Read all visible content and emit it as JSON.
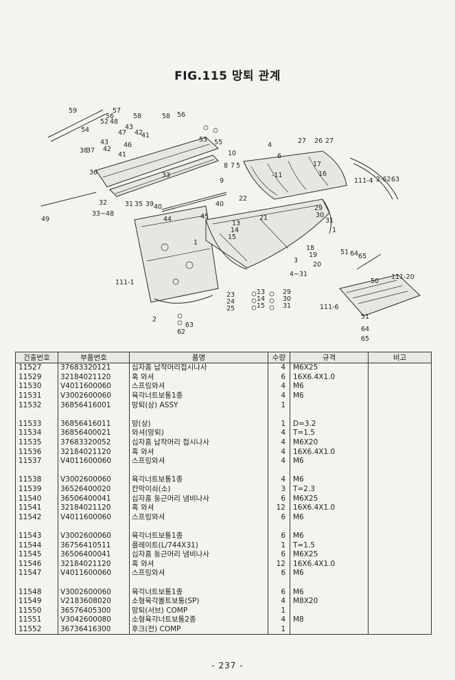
{
  "figure": {
    "title": "FIG.115 망퇴 관계",
    "callouts": [
      "59",
      "57",
      "58",
      "58",
      "56",
      "52",
      "56",
      "54",
      "53",
      "55",
      "48",
      "43",
      "42",
      "41",
      "47",
      "46",
      "37",
      "38",
      "42",
      "43",
      "41",
      "36",
      "33",
      "32",
      "33~48",
      "31",
      "35",
      "39",
      "40",
      "44",
      "45",
      "40",
      "49",
      "10",
      "8",
      "7",
      "5",
      "9",
      "4",
      "6",
      "27",
      "26",
      "27",
      "17",
      "16",
      "-11",
      "111-4",
      "2-62",
      "63",
      "22",
      "21",
      "13",
      "14",
      "15",
      "29",
      "30",
      "31",
      "1",
      "1",
      "111-1",
      "18",
      "19",
      "20",
      "3",
      "4~31",
      "23",
      "24",
      "25",
      "13",
      "14",
      "15",
      "29",
      "30",
      "31",
      "51",
      "64",
      "65",
      "50",
      "111-20",
      "111-6",
      "51",
      "64",
      "65",
      "2",
      "62",
      "63"
    ]
  },
  "table": {
    "headers": [
      "건출번호",
      "부품번호",
      "품명",
      "수량",
      "규격",
      "비고"
    ],
    "rows": [
      {
        "no": "11527",
        "part": "37683320121",
        "name": "십자홈 납작머리접시나사",
        "qty": "4",
        "spec": "M6X25",
        "note": ""
      },
      {
        "no": "11529",
        "part": "32184021120",
        "name": "혹 와셔",
        "qty": "6",
        "spec": "16X6.4X1.0",
        "note": ""
      },
      {
        "no": "11530",
        "part": "V4011600060",
        "name": "스프링와셔",
        "qty": "4",
        "spec": "M6",
        "note": ""
      },
      {
        "no": "11531",
        "part": "V3002600060",
        "name": "육각너트보통1종",
        "qty": "4",
        "spec": "M6",
        "note": ""
      },
      {
        "no": "11532",
        "part": "36856416001",
        "name": "망퇴(상) ASSY",
        "qty": "1",
        "spec": "",
        "note": ""
      },
      {
        "no": "",
        "part": "",
        "name": "",
        "qty": "",
        "spec": "",
        "note": ""
      },
      {
        "no": "11533",
        "part": "36856416011",
        "name": "망(상)",
        "qty": "1",
        "spec": "D=3.2",
        "note": ""
      },
      {
        "no": "11534",
        "part": "36856400021",
        "name": "와셔(망퇴)",
        "qty": "4",
        "spec": "T=1.5",
        "note": ""
      },
      {
        "no": "11535",
        "part": "37683320052",
        "name": "십자홈 납작머리 접시나사",
        "qty": "4",
        "spec": "M6X20",
        "note": ""
      },
      {
        "no": "11536",
        "part": "32184021120",
        "name": "혹 와셔",
        "qty": "4",
        "spec": "16X6.4X1.0",
        "note": ""
      },
      {
        "no": "11537",
        "part": "V4011600060",
        "name": "스프링와셔",
        "qty": "4",
        "spec": "M6",
        "note": ""
      },
      {
        "no": "",
        "part": "",
        "name": "",
        "qty": "",
        "spec": "",
        "note": ""
      },
      {
        "no": "11538",
        "part": "V3002600060",
        "name": "육각너트보통1종",
        "qty": "4",
        "spec": "M6",
        "note": ""
      },
      {
        "no": "11539",
        "part": "36526400020",
        "name": "칸막이쇠(소)",
        "qty": "3",
        "spec": "T=2.3",
        "note": ""
      },
      {
        "no": "11540",
        "part": "36506400041",
        "name": "십자홈 둥근머리 냄비나사",
        "qty": "6",
        "spec": "M6X25",
        "note": ""
      },
      {
        "no": "11541",
        "part": "32184021120",
        "name": "혹 와셔",
        "qty": "12",
        "spec": "16X6.4X1.0",
        "note": ""
      },
      {
        "no": "11542",
        "part": "V4011600060",
        "name": "스프링와셔",
        "qty": "6",
        "spec": "M6",
        "note": ""
      },
      {
        "no": "",
        "part": "",
        "name": "",
        "qty": "",
        "spec": "",
        "note": ""
      },
      {
        "no": "11543",
        "part": "V3002600060",
        "name": "육각너트보통1종",
        "qty": "6",
        "spec": "M6",
        "note": ""
      },
      {
        "no": "11544",
        "part": "36756410511",
        "name": "플레이트(L/744X31)",
        "qty": "1",
        "spec": "T=1.5",
        "note": ""
      },
      {
        "no": "11545",
        "part": "36506400041",
        "name": "십자홈 둥근머리 냄비나사",
        "qty": "6",
        "spec": "M6X25",
        "note": ""
      },
      {
        "no": "11546",
        "part": "32184021120",
        "name": "혹 와셔",
        "qty": "12",
        "spec": "16X6.4X1.0",
        "note": ""
      },
      {
        "no": "11547",
        "part": "V4011600060",
        "name": "스프링와셔",
        "qty": "6",
        "spec": "M6",
        "note": ""
      },
      {
        "no": "",
        "part": "",
        "name": "",
        "qty": "",
        "spec": "",
        "note": ""
      },
      {
        "no": "11548",
        "part": "V3002600060",
        "name": "육각너트보통1종",
        "qty": "6",
        "spec": "M6",
        "note": ""
      },
      {
        "no": "11549",
        "part": "V2183608020",
        "name": "소형육각볼트보통(SP)",
        "qty": "4",
        "spec": "M8X20",
        "note": ""
      },
      {
        "no": "11550",
        "part": "36576405300",
        "name": "망퇴(서브) COMP",
        "qty": "1",
        "spec": "",
        "note": ""
      },
      {
        "no": "11551",
        "part": "V3042600080",
        "name": "소형육각너트보통2종",
        "qty": "4",
        "spec": "M8",
        "note": ""
      },
      {
        "no": "11552",
        "part": "36736416300",
        "name": "후크(전)      COMP",
        "qty": "1",
        "spec": "",
        "note": ""
      }
    ]
  },
  "page_number": "- 237 -"
}
